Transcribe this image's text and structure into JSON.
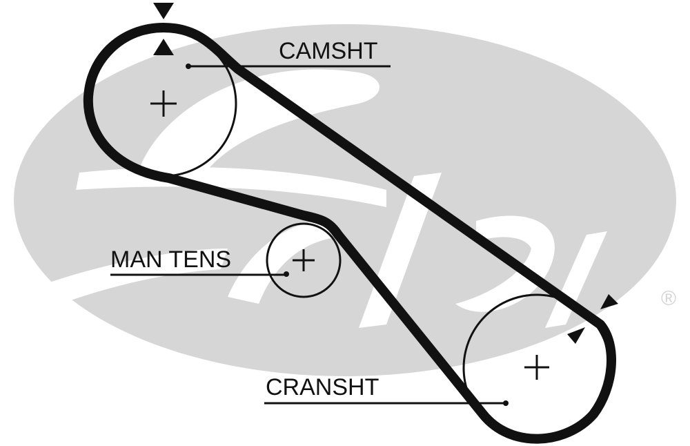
{
  "diagram": {
    "type": "timing-belt-routing",
    "brand_watermark": "Gates",
    "registered_mark": "®",
    "colors": {
      "belt": "#111111",
      "watermark": "#d6d6d6",
      "background": "#ffffff"
    },
    "labels": {
      "camshaft": "CAMSHT",
      "tensioner": "MAN TENS",
      "crankshaft": "CRANSHT"
    },
    "pulleys": [
      {
        "id": "camshaft",
        "label_key": "camshaft",
        "timing_marks": 2
      },
      {
        "id": "tensioner",
        "label_key": "tensioner",
        "timing_marks": 0
      },
      {
        "id": "crankshaft",
        "label_key": "crankshaft",
        "timing_marks": 2
      }
    ]
  }
}
